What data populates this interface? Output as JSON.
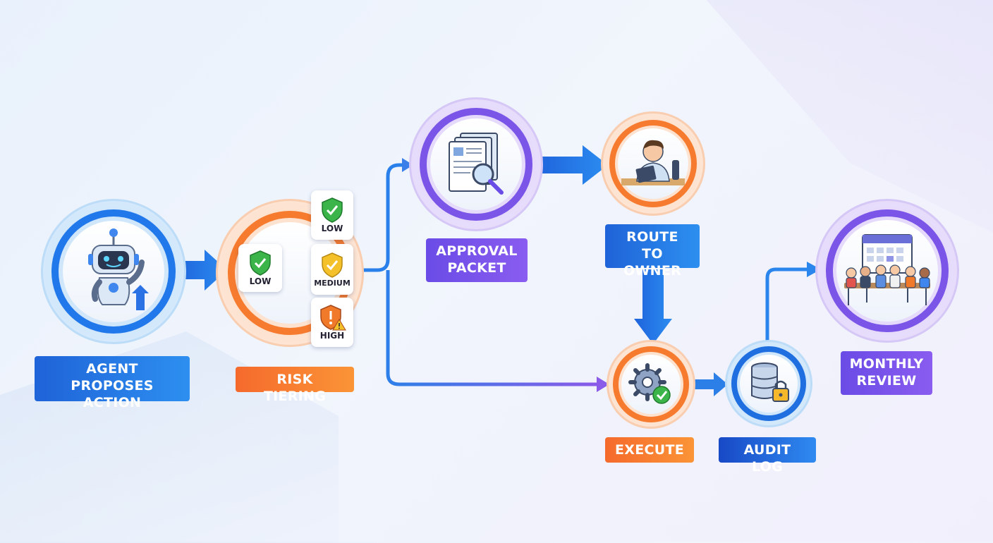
{
  "steps": {
    "agent": "AGENT PROPOSES\nACTION",
    "risk": "RISK TIERING",
    "approval": "APPROVAL\nPACKET",
    "route": "ROUTE TO\nOWNER",
    "execute": "EXECUTE",
    "audit": "AUDIT LOG",
    "review": "MONTHLY\nREVIEW"
  },
  "tiers": {
    "low_main": "LOW",
    "low": "LOW",
    "medium": "MEDIUM",
    "high": "HIGH"
  },
  "colors": {
    "blue": "#1f6fe0",
    "orange": "#f77b2e",
    "purple": "#7b55e8",
    "low_green": "#3bb54a",
    "medium_yellow": "#f5c12a",
    "high_orange": "#f07a2a"
  }
}
